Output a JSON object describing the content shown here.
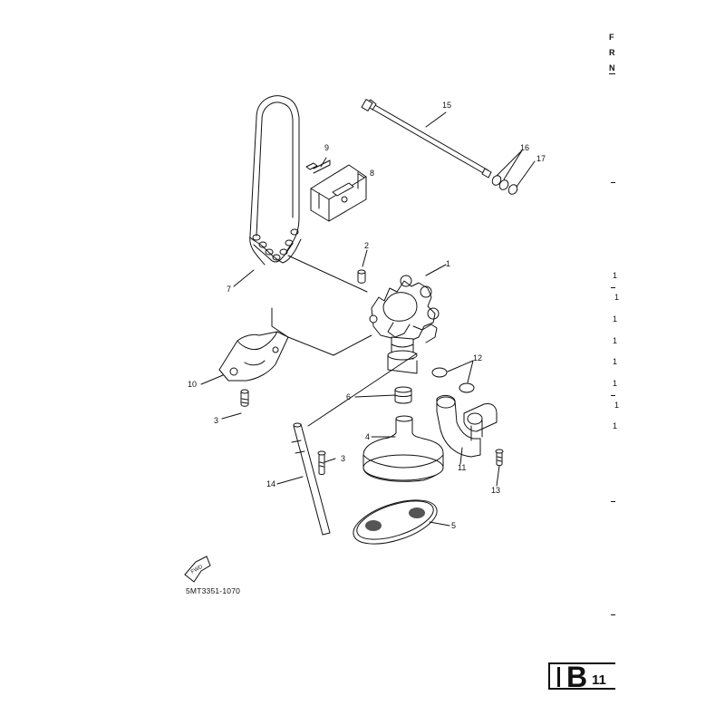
{
  "diagram": {
    "part_code": "5MT3351-1070",
    "fwd_label": "FWD",
    "page_badge": {
      "letter": "B",
      "number": "11"
    },
    "header_letters": [
      "F",
      "R",
      "N"
    ],
    "callouts": [
      {
        "id": "c15",
        "text": "15"
      },
      {
        "id": "c16",
        "text": "16"
      },
      {
        "id": "c17",
        "text": "17"
      },
      {
        "id": "c9",
        "text": "9"
      },
      {
        "id": "c8",
        "text": "8"
      },
      {
        "id": "c2",
        "text": "2"
      },
      {
        "id": "c1",
        "text": "1"
      },
      {
        "id": "c7",
        "text": "7"
      },
      {
        "id": "c12",
        "text": "12"
      },
      {
        "id": "c10",
        "text": "10"
      },
      {
        "id": "c6",
        "text": "6"
      },
      {
        "id": "c3a",
        "text": "3"
      },
      {
        "id": "c4",
        "text": "4"
      },
      {
        "id": "c11",
        "text": "11"
      },
      {
        "id": "c3b",
        "text": "3"
      },
      {
        "id": "c14",
        "text": "14"
      },
      {
        "id": "c13",
        "text": "13"
      },
      {
        "id": "c5",
        "text": "5"
      }
    ],
    "margin_numbers": [
      "1",
      "1",
      "1",
      "1",
      "1",
      "1",
      "1",
      "1"
    ]
  }
}
